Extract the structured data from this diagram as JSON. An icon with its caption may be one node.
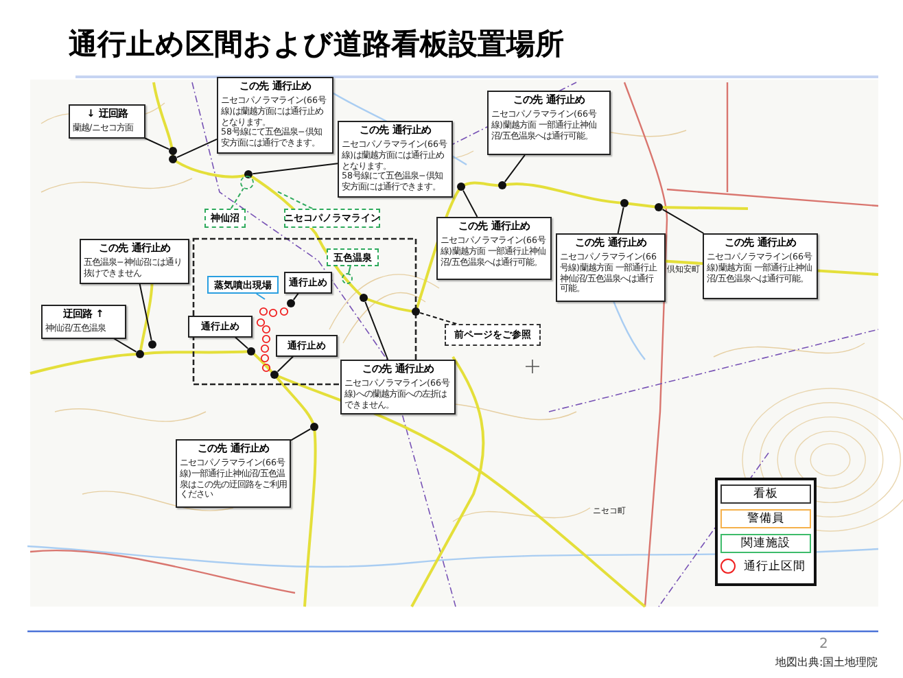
{
  "diagram": {
    "title": "通行止め区間および道路看板設置場所",
    "nodes": [
      {
        "text": [
          "↓ 迂回路",
          "蘭越/ニセコ方面"
        ]
      },
      {
        "text": [
          "この先 通行止め",
          "ニセコパノラマライン(66号線)は蘭越方面には通行止めとなります。",
          "58号線にて五色温泉−倶知安方面には通行できます。"
        ]
      },
      {
        "text": [
          "この先 通行止め",
          "ニセコパノラマライン(66号線)は蘭越方面には通行止めとなります。",
          "58号線にて五色温泉−倶知安方面には通行できます。"
        ]
      },
      {
        "text": [
          "この先 通行止め",
          "ニセコパノラマライン(66号線)蘭越方面 一部通行止神仙沼/五色温泉へは通行可能。"
        ]
      },
      {
        "text": [
          "この先 通行止め",
          "ニセコパノラマライン(66号線)蘭越方面 一部通行止神仙沼/五色温泉へは通行可能。"
        ]
      },
      {
        "text": [
          "この先 通行止め",
          "ニセコパノラマライン(66号線)蘭越方面 一部通行止神仙沼/五色温泉へは通行可能。"
        ]
      },
      {
        "text": [
          "この先 通行止め",
          "ニセコパノラマライン(66号線)蘭越方面 一部通行止神仙沼/五色温泉へは通行可能。"
        ]
      },
      {
        "text": [
          "神仙沼"
        ]
      },
      {
        "text": [
          "ニセコパノラマライン"
        ]
      },
      {
        "text": [
          "この先 通行止め",
          "五色温泉−神仙沼には通り抜けできません"
        ]
      },
      {
        "text": [
          "五色温泉"
        ]
      },
      {
        "text": [
          "蒸気噴出現場"
        ]
      },
      {
        "text": [
          "通行止め"
        ]
      },
      {
        "text": [
          "迂回路 ↑",
          "神仙沼/五色温泉"
        ]
      },
      {
        "text": [
          "通行止め"
        ]
      },
      {
        "text": [
          "前ページをご参照"
        ]
      },
      {
        "text": [
          "通行止め"
        ]
      },
      {
        "text": [
          "この先 通行止め",
          "ニセコパノラマライン(66号線)への蘭越方面への左折はできません。"
        ]
      },
      {
        "text": [
          "この先 通行止め",
          "ニセコパノラマライン(66号線)一部通行止神仙沼/五色温泉はこの先の迂回路をご利用ください"
        ]
      },
      {
        "text": [],
        "shape": "circle"
      },
      {
        "text": [],
        "shape": "circle"
      },
      {
        "text": [],
        "shape": "circle"
      },
      {
        "text": [],
        "shape": "circle"
      },
      {
        "text": [],
        "shape": "circle"
      },
      {
        "text": [],
        "shape": "circle"
      },
      {
        "text": [],
        "shape": "circle"
      },
      {
        "text": [],
        "shape": "circle"
      },
      {
        "text": [],
        "shape": "circle"
      },
      {
        "text": [],
        "shape": "circle"
      },
      {
        "text": [],
        "shape": "circle"
      },
      {
        "text": [],
        "shape": "circle"
      },
      {
        "text": [],
        "shape": "circle"
      },
      {
        "text": [],
        "shape": "circle"
      },
      {
        "text": [],
        "shape": "circle"
      },
      {
        "text": [],
        "shape": "circle"
      },
      {
        "text": [],
        "shape": "circle"
      }
    ],
    "edges": [
      {
        "from": 0,
        "to": 19,
        "arrow": "none"
      },
      {
        "from": 1,
        "to": 20,
        "arrow": "none"
      },
      {
        "from": 2,
        "to": 21,
        "arrow": "none"
      },
      {
        "from": 3,
        "to": 22,
        "arrow": "none"
      },
      {
        "from": 4,
        "to": 23,
        "arrow": "none"
      },
      {
        "from": 5,
        "to": 24,
        "arrow": "none"
      },
      {
        "from": 6,
        "to": 25,
        "arrow": "none"
      },
      {
        "from": 7,
        "to": 26,
        "arrow": "none",
        "style": "dashed",
        "color": "#2eaa5c"
      },
      {
        "from": 8,
        "to": null,
        "arrow": "none",
        "style": "dashed",
        "color": "#2eaa5c"
      },
      {
        "from": 9,
        "to": 29,
        "arrow": "none"
      },
      {
        "from": 10,
        "to": 27,
        "arrow": "none",
        "color": "#2eaa5c"
      },
      {
        "from": 11,
        "to": null,
        "arrow": "none",
        "color": "#2a9fe0"
      },
      {
        "from": 12,
        "to": 28,
        "arrow": "none"
      },
      {
        "from": 13,
        "to": 30,
        "arrow": "none"
      },
      {
        "from": 14,
        "to": 31,
        "arrow": "none"
      },
      {
        "from": 15,
        "to": 34,
        "arrow": "none",
        "style": "dashed"
      },
      {
        "from": 16,
        "to": 32,
        "arrow": "none"
      },
      {
        "from": 17,
        "to": 33,
        "arrow": "none"
      },
      {
        "from": 18,
        "to": 35,
        "arrow": "none"
      }
    ],
    "labels": [
      "倶知安町",
      "ニセコ町",
      "2",
      "地図出典:国土地理院"
    ],
    "legend": [
      {
        "text": "看板"
      },
      {
        "text": "警備員"
      },
      {
        "text": "関連施設"
      },
      {
        "text": "通行止区間"
      }
    ]
  }
}
